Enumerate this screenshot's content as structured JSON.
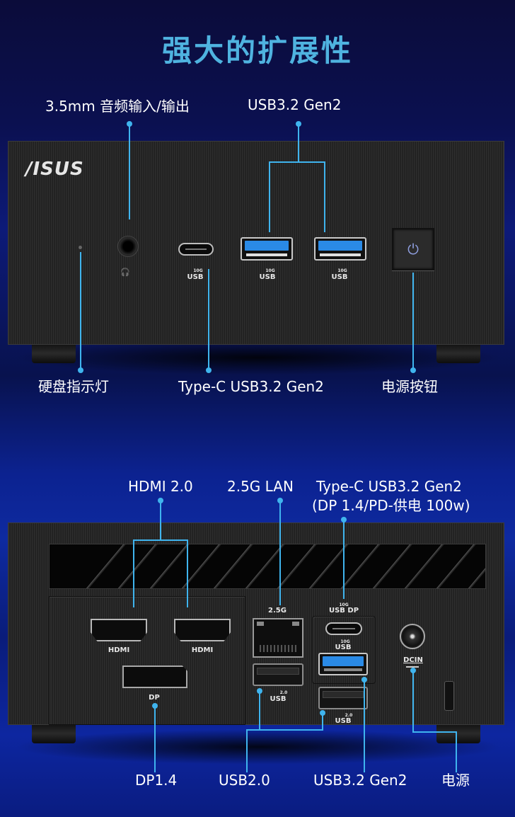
{
  "title": "强大的扩展性",
  "colors": {
    "title": "#4fb3e0",
    "callout_line": "#3fb4ee",
    "label_text": "#ffffff",
    "background_dark": "#0b0c3a",
    "background_blue": "#0e2aa0",
    "chassis": "#262626",
    "usb3_port": "#2a8ae6"
  },
  "front": {
    "brand_logo": "/ISUS",
    "callouts_top": [
      {
        "id": "audio",
        "label": "3.5mm 音频输入/输出"
      },
      {
        "id": "usb32",
        "label": "USB3.2 Gen2"
      }
    ],
    "callouts_bottom": [
      {
        "id": "hdd_led",
        "label": "硬盘指示灯"
      },
      {
        "id": "typec",
        "label": "Type-C USB3.2 Gen2"
      },
      {
        "id": "power",
        "label": "电源按钮"
      }
    ],
    "port_marks": {
      "typec_speed": "10G",
      "typec_type": "USB",
      "usba1_speed": "10G",
      "usba1_type": "USB",
      "usba2_speed": "10G",
      "usba2_type": "USB"
    },
    "icons": {
      "headset": "🎧",
      "power": "⏻"
    }
  },
  "rear": {
    "callouts_top": [
      {
        "id": "hdmi",
        "label": "HDMI 2.0"
      },
      {
        "id": "lan",
        "label": "2.5G LAN"
      },
      {
        "id": "typec_dp",
        "label_line1": "Type-C USB3.2 Gen2",
        "label_line2": "(DP 1.4/PD-供电 100w)"
      }
    ],
    "callouts_bottom": [
      {
        "id": "dp",
        "label": "DP1.4"
      },
      {
        "id": "usb20",
        "label": "USB2.0"
      },
      {
        "id": "usb32",
        "label": "USB3.2 Gen2"
      },
      {
        "id": "dcin",
        "label": "电源"
      }
    ],
    "port_marks": {
      "hdmi1": "HDMI",
      "hdmi2": "HDMI",
      "dp": "DP",
      "lan": "2.5G",
      "typec_speed": "10G",
      "typec_type": "USB DP",
      "usba_blue_speed": "10G",
      "usba_blue_type": "USB",
      "usb2_left_speed": "2.0",
      "usb2_left_type": "USB",
      "usb2_right_speed": "2.0",
      "usb2_right_type": "USB",
      "dcin": "DCIN"
    }
  }
}
